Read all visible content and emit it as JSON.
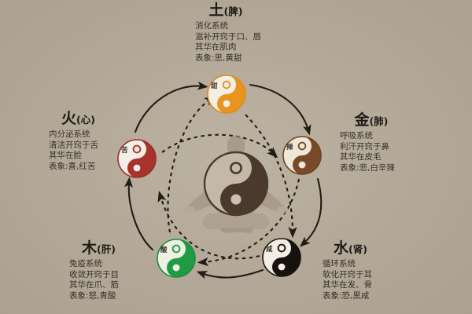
{
  "diagram": {
    "title_hidden": "",
    "background_color": "#b3a897",
    "center": {
      "name": "meditating-figure-with-taiji",
      "symbol": "taiji-yin-yang",
      "dark_color": "#4a3a2e",
      "light_color": "#b9ad9a"
    }
  },
  "elements": [
    {
      "id": "earth",
      "element": "土",
      "organ": "(脾)",
      "lines": [
        "消化系统",
        "滋补开窍于口、唇",
        "其华在肌肉",
        "表象:思,黄甜"
      ],
      "taste": "甜",
      "node_color": "#e8941f",
      "node_name": "yin-yang-earth"
    },
    {
      "id": "fire",
      "element": "火",
      "organ": "(心)",
      "lines": [
        "内分泌系统",
        "清洁开窍于舌",
        "其华在脸",
        "表象:喜,红苦"
      ],
      "taste": "苦",
      "node_color": "#a8322c",
      "node_name": "yin-yang-fire"
    },
    {
      "id": "metal",
      "element": "金",
      "organ": "(肺)",
      "lines": [
        "呼吸系统",
        "利汗开窍于鼻",
        "其华在皮毛",
        "表象:悲,白辛辣"
      ],
      "taste": "辣",
      "node_color": "#7a4a28",
      "node_name": "yin-yang-metal"
    },
    {
      "id": "wood",
      "element": "木",
      "organ": "(肝)",
      "lines": [
        "免疫系统",
        "收敛开窍于目",
        "其华在爪、筋",
        "表象:怒,青酸"
      ],
      "taste": "酸",
      "node_color": "#1f9c43",
      "node_name": "yin-yang-wood"
    },
    {
      "id": "water",
      "element": "水",
      "organ": "(肾)",
      "lines": [
        "循环系统",
        "软化开窍于耳",
        "其华在发、骨",
        "表象:恐,黑咸"
      ],
      "taste": "咸",
      "node_color": "#17120e",
      "node_name": "yin-yang-water"
    }
  ],
  "cycles": {
    "generating": {
      "name": "sheng-cycle-solid-arrows",
      "style": "solid",
      "color": "#231c16",
      "order": [
        "火",
        "土",
        "金",
        "水",
        "木",
        "火"
      ]
    },
    "controlling": {
      "name": "ke-cycle-dashed-arrows",
      "style": "dashed",
      "color": "#231c16",
      "order": [
        "火",
        "金",
        "木",
        "土",
        "水",
        "火"
      ]
    }
  }
}
